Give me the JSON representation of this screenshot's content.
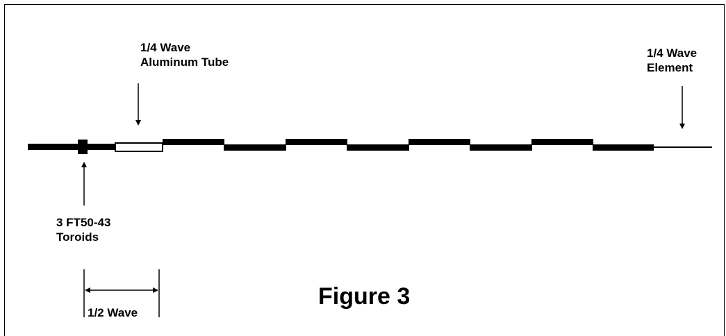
{
  "labels": {
    "tube": [
      "1/4 Wave",
      "Aluminum Tube"
    ],
    "element": [
      "1/4 Wave",
      "Element"
    ],
    "toroids": [
      "3 FT50-43",
      "Toroids"
    ],
    "half_wave": "1/2 Wave"
  },
  "figure_title": "Figure 3",
  "colors": {
    "line": "#000000",
    "background": "#ffffff"
  }
}
